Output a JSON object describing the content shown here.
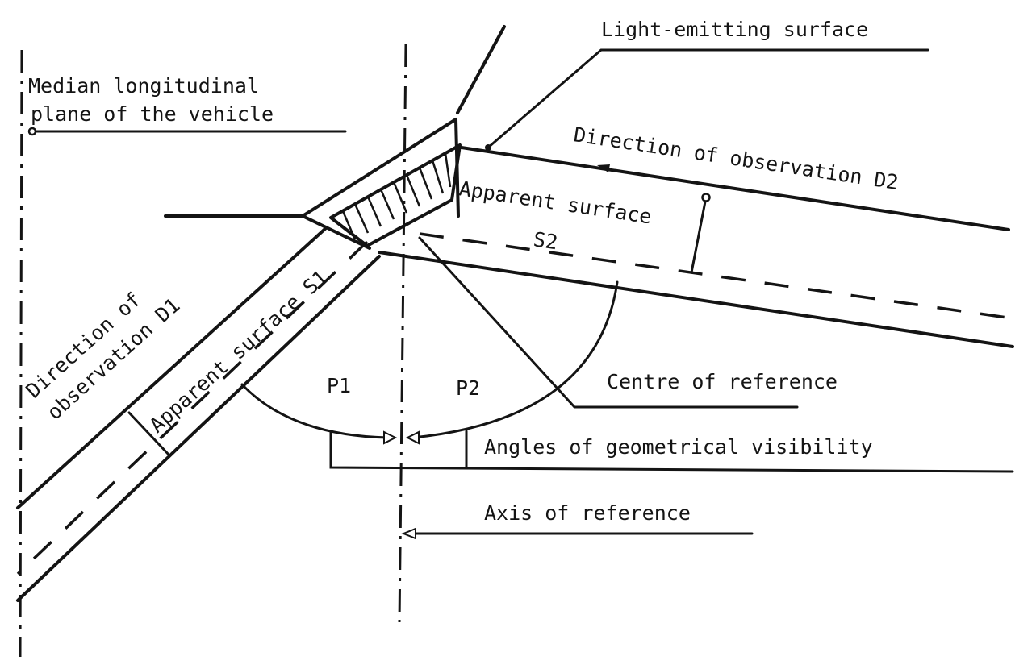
{
  "labels": {
    "light_emitting_surface": "Light-emitting surface",
    "median_plane_line1": "Median longitudinal",
    "median_plane_line2": "plane of the vehicle",
    "direction_d2": "Direction of observation D2",
    "apparent_surface": "Apparent surface",
    "s2": "S2",
    "direction_d1_line1": "Direction of",
    "direction_d1_line2": "observation D1",
    "apparent_surface_s1": "Apparent surface S1",
    "p1": "P1",
    "p2": "P2",
    "centre_of_reference": "Centre of reference",
    "angles_of_visibility": "Angles of geometrical visibility",
    "axis_of_reference": "Axis of reference"
  }
}
